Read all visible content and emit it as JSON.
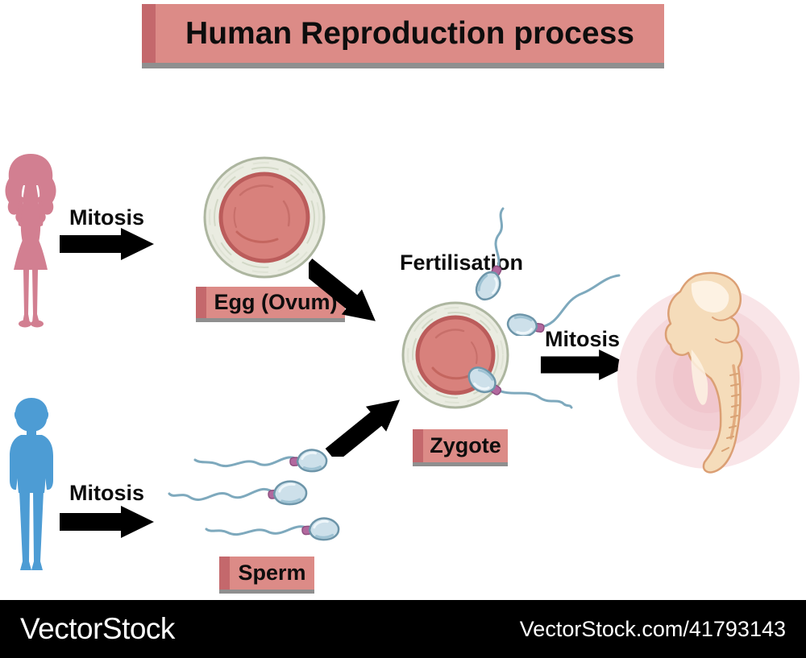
{
  "title": {
    "text": "Human Reproduction process"
  },
  "diagram": {
    "female_branch": {
      "figure": "female-silhouette",
      "mitosis_label": "Mitosis",
      "cell_label": "Egg (Ovum)"
    },
    "male_branch": {
      "figure": "male-silhouette",
      "mitosis_label": "Mitosis",
      "cell_label": "Sperm"
    },
    "fertilisation_label": "Fertilisation",
    "zygote_label": "Zygote",
    "embryo_mitosis_label": "Mitosis"
  },
  "watermark": {
    "brand": "VectorStock",
    "credit": "VectorStock.com/41793143"
  },
  "colors": {
    "banner": "#dc8b87",
    "banner_edge": "#c4686c",
    "label_shadow": "#8f8f8f",
    "female": "#d27f91",
    "male": "#4d9cd4",
    "egg_shell": "#eaece1",
    "egg_shell_edge": "#adb6a0",
    "egg_core": "#d8817c",
    "egg_core_edge": "#bb5c5b",
    "sperm_head": "#cde0ea",
    "sperm_head_edge": "#6d95a9",
    "sperm_midpiece": "#b2689e",
    "sperm_tail": "#7ea9bd",
    "embryo_body": "#f5dcba",
    "embryo_edge": "#db9f74",
    "embryo_highlight": "#fdf2e3",
    "embryo_backdrop": "#f5d8dc",
    "arrow": "#000000",
    "footer_bg": "#000000",
    "footer_text": "#ffffff"
  }
}
